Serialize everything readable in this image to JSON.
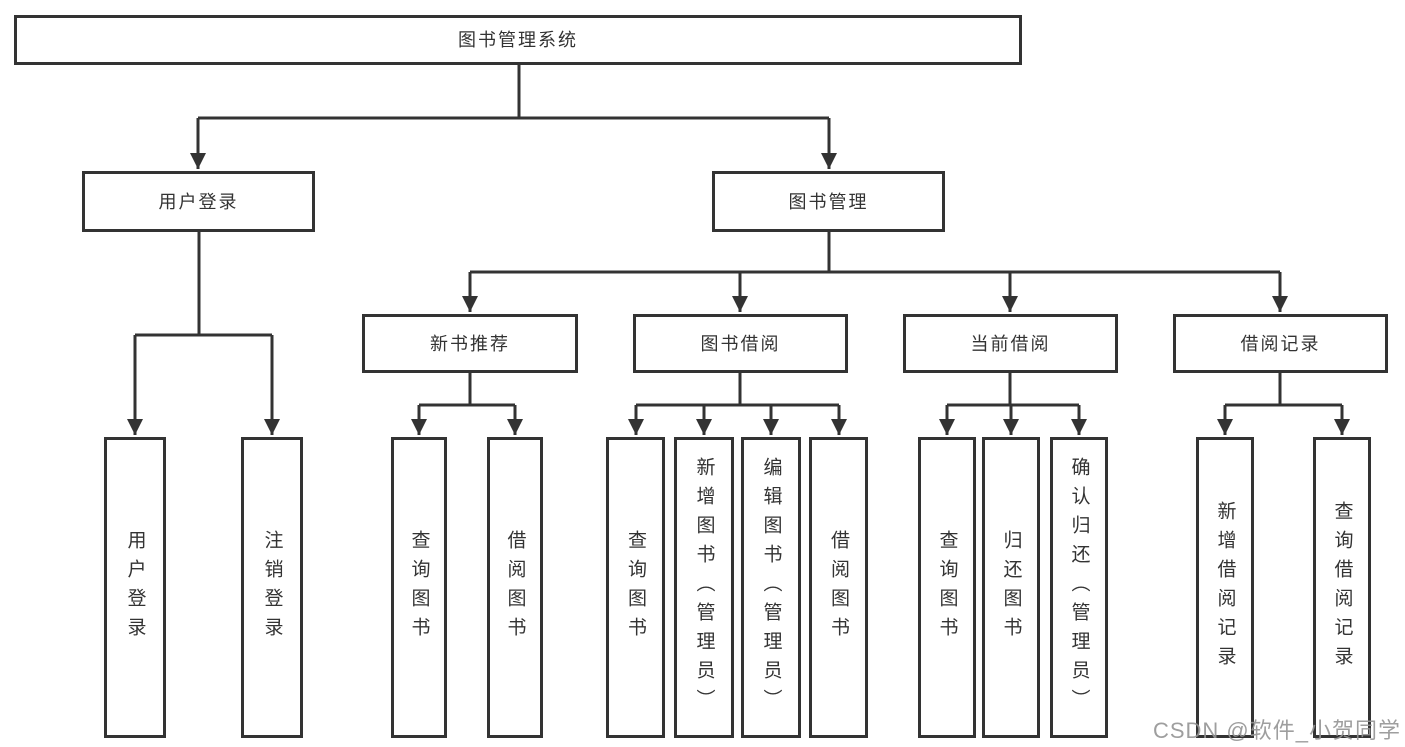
{
  "tree": {
    "label": "图书管理系统",
    "children": [
      {
        "label": "用户登录",
        "children": [
          {
            "label": "用户登录"
          },
          {
            "label": "注销登录"
          }
        ]
      },
      {
        "label": "图书管理",
        "children": [
          {
            "label": "新书推荐",
            "children": [
              {
                "label": "查询图书"
              },
              {
                "label": "借阅图书"
              }
            ]
          },
          {
            "label": "图书借阅",
            "children": [
              {
                "label": "查询图书"
              },
              {
                "label": "新增图书（管理员）"
              },
              {
                "label": "编辑图书（管理员）"
              },
              {
                "label": "借阅图书"
              }
            ]
          },
          {
            "label": "当前借阅",
            "children": [
              {
                "label": "查询图书"
              },
              {
                "label": "归还图书"
              },
              {
                "label": "确认归还（管理员）"
              }
            ]
          },
          {
            "label": "借阅记录",
            "children": [
              {
                "label": "新增借阅记录"
              },
              {
                "label": "查询借阅记录"
              }
            ]
          }
        ]
      }
    ]
  },
  "watermark": "CSDN @软件_小贺同学",
  "colors": {
    "line": "#333333",
    "box_border": "#333333",
    "box_fill": "#ffffff",
    "text": "#333333",
    "watermark": "#949494"
  }
}
